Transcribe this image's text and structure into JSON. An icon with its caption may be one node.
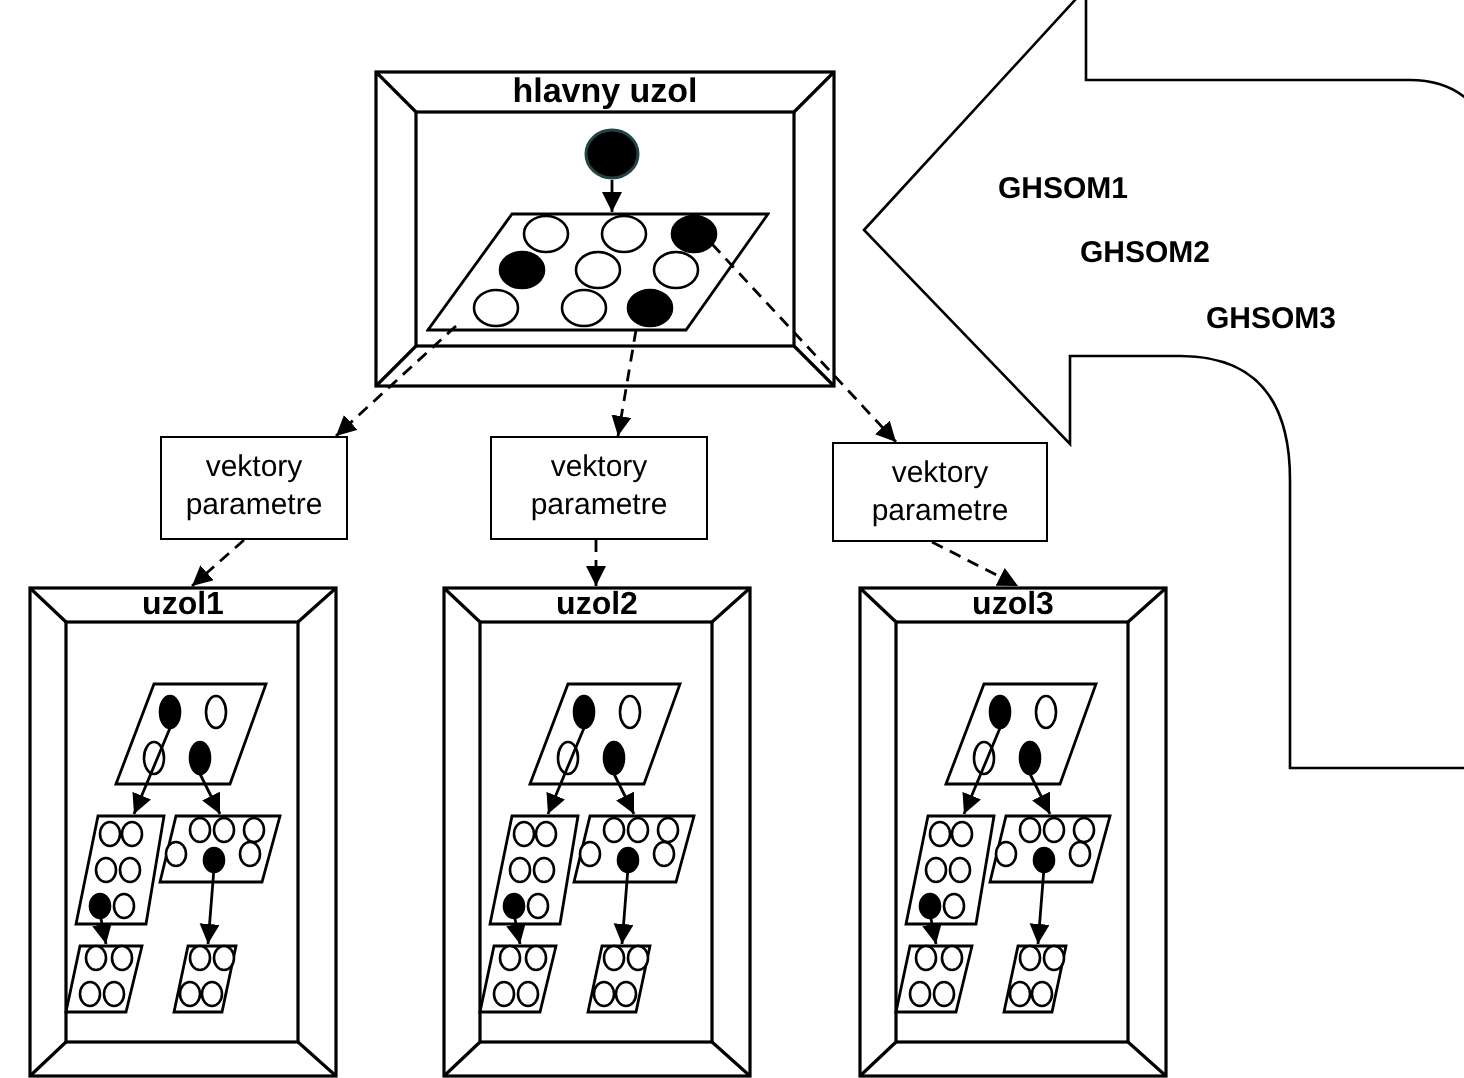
{
  "diagram": {
    "nodes": [
      {
        "text": [
          "hlavny uzol"
        ]
      },
      {
        "text": [],
        "shape": "circle",
        "in": 0
      },
      {
        "text": [],
        "shape": "parallelogram",
        "in": 0
      },
      {
        "text": [
          "GHSOM1",
          "GHSOM2",
          "GHSOM3"
        ]
      },
      {
        "text": [
          "vektory parametre"
        ]
      },
      {
        "text": [
          "vektory parametre"
        ]
      },
      {
        "text": [
          "vektory parametre"
        ]
      },
      {
        "text": [
          "uzol1"
        ]
      },
      {
        "text": [],
        "shape": "parallelogram",
        "in": 7
      },
      {
        "text": [],
        "shape": "parallelogram",
        "in": 7
      },
      {
        "text": [],
        "shape": "parallelogram",
        "in": 7
      },
      {
        "text": [],
        "shape": "parallelogram",
        "in": 7
      },
      {
        "text": [],
        "shape": "parallelogram",
        "in": 7
      },
      {
        "text": [
          "uzol2"
        ]
      },
      {
        "text": [],
        "shape": "parallelogram",
        "in": 13
      },
      {
        "text": [],
        "shape": "parallelogram",
        "in": 13
      },
      {
        "text": [],
        "shape": "parallelogram",
        "in": 13
      },
      {
        "text": [],
        "shape": "parallelogram",
        "in": 13
      },
      {
        "text": [],
        "shape": "parallelogram",
        "in": 13
      },
      {
        "text": [
          "uzol3"
        ]
      },
      {
        "text": [],
        "shape": "parallelogram",
        "in": 19
      },
      {
        "text": [],
        "shape": "parallelogram",
        "in": 19
      },
      {
        "text": [],
        "shape": "parallelogram",
        "in": 19
      },
      {
        "text": [],
        "shape": "parallelogram",
        "in": 19
      },
      {
        "text": [],
        "shape": "parallelogram",
        "in": 19
      }
    ],
    "edges": [
      {
        "from": 1,
        "to": 2,
        "arrow": "to"
      },
      {
        "from": 2,
        "to": 4,
        "arrow": "to",
        "style": "dashed"
      },
      {
        "from": 2,
        "to": 5,
        "arrow": "to",
        "style": "dashed"
      },
      {
        "from": 2,
        "to": 6,
        "arrow": "to",
        "style": "dashed"
      },
      {
        "from": 4,
        "to": 7,
        "arrow": "to",
        "style": "dashed"
      },
      {
        "from": 5,
        "to": 13,
        "arrow": "to",
        "style": "dashed"
      },
      {
        "from": 6,
        "to": 19,
        "arrow": "to",
        "style": "dashed"
      },
      {
        "from": 8,
        "to": 9,
        "arrow": "to"
      },
      {
        "from": 8,
        "to": 10,
        "arrow": "to"
      },
      {
        "from": 9,
        "to": 11,
        "arrow": "to"
      },
      {
        "from": 10,
        "to": 12,
        "arrow": "to"
      },
      {
        "from": 14,
        "to": 15,
        "arrow": "to"
      },
      {
        "from": 14,
        "to": 16,
        "arrow": "to"
      },
      {
        "from": 15,
        "to": 17,
        "arrow": "to"
      },
      {
        "from": 16,
        "to": 18,
        "arrow": "to"
      },
      {
        "from": 20,
        "to": 21,
        "arrow": "to"
      },
      {
        "from": 20,
        "to": 22,
        "arrow": "to"
      },
      {
        "from": 21,
        "to": 23,
        "arrow": "to"
      },
      {
        "from": 22,
        "to": 24,
        "arrow": "to"
      }
    ]
  }
}
